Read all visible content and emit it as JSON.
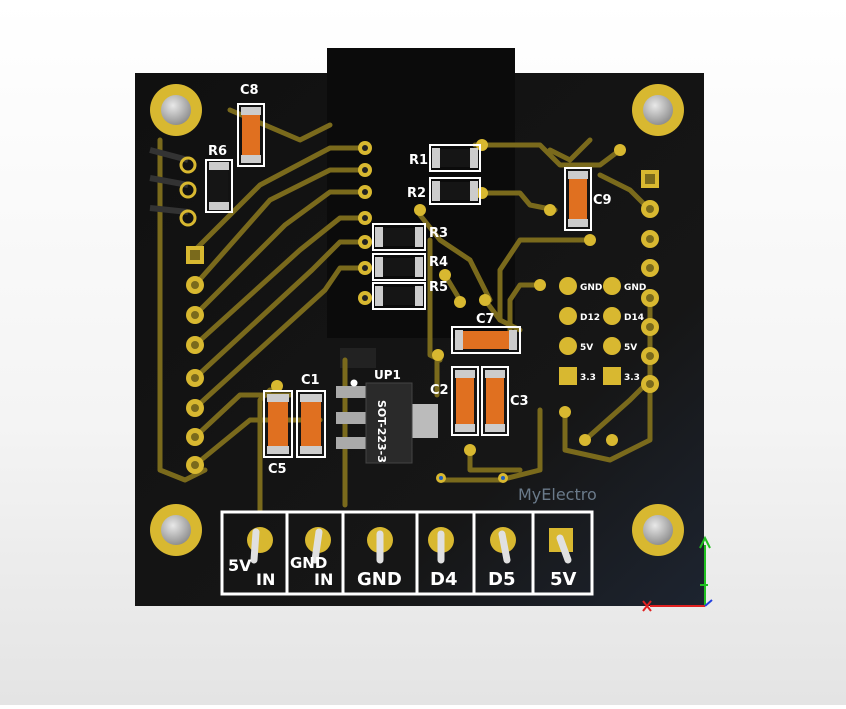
{
  "components": {
    "capacitors": [
      "C1",
      "C2",
      "C3",
      "C5",
      "C7",
      "C8",
      "C9"
    ],
    "resistors": [
      "R1",
      "R2",
      "R3",
      "R4",
      "R5",
      "R6"
    ],
    "regulator": {
      "ref": "UP1",
      "package": "SOT-223-3"
    }
  },
  "pin_labels": [
    {
      "left": "GND",
      "right": "GND"
    },
    {
      "left": "D12",
      "right": "D14"
    },
    {
      "left": "5V",
      "right": "5V"
    },
    {
      "left": "3.3",
      "right": "3.3"
    }
  ],
  "brand": "MyElectro",
  "terminals": [
    {
      "label": "5V",
      "sub": "IN"
    },
    {
      "label": "GND",
      "sub": "IN"
    },
    {
      "label": "GND",
      "sub": ""
    },
    {
      "label": "D4",
      "sub": ""
    },
    {
      "label": "D5",
      "sub": ""
    },
    {
      "label": "5V",
      "sub": ""
    }
  ],
  "axes": {
    "x_color": "#e02020",
    "y_color": "#20c020",
    "z_color": "#2040e0"
  },
  "colors": {
    "board": "#131313",
    "copper": "#7a6a1c",
    "pad": "#d8b830",
    "smd_cap": "#e07020",
    "silkscreen": "#ffffff"
  }
}
